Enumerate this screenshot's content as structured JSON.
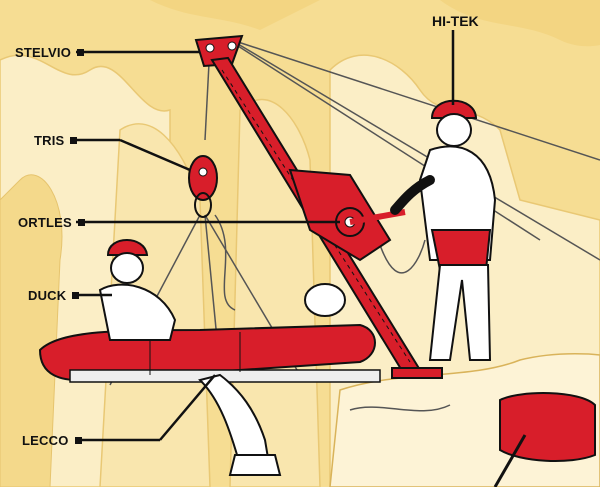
{
  "labels": {
    "stelvio": "STELVIO",
    "tris": "TRIS",
    "ortles": "ORTLES",
    "duck": "DUCK",
    "lecco": "LECCO",
    "hitek": "HI-TEK"
  },
  "colors": {
    "background": "#f7e3a3",
    "rock_light": "#fbeec6",
    "rock_shadow": "#f3d582",
    "equipment_red": "#d81e2a",
    "outline": "#111111",
    "suit": "#ffffff"
  }
}
